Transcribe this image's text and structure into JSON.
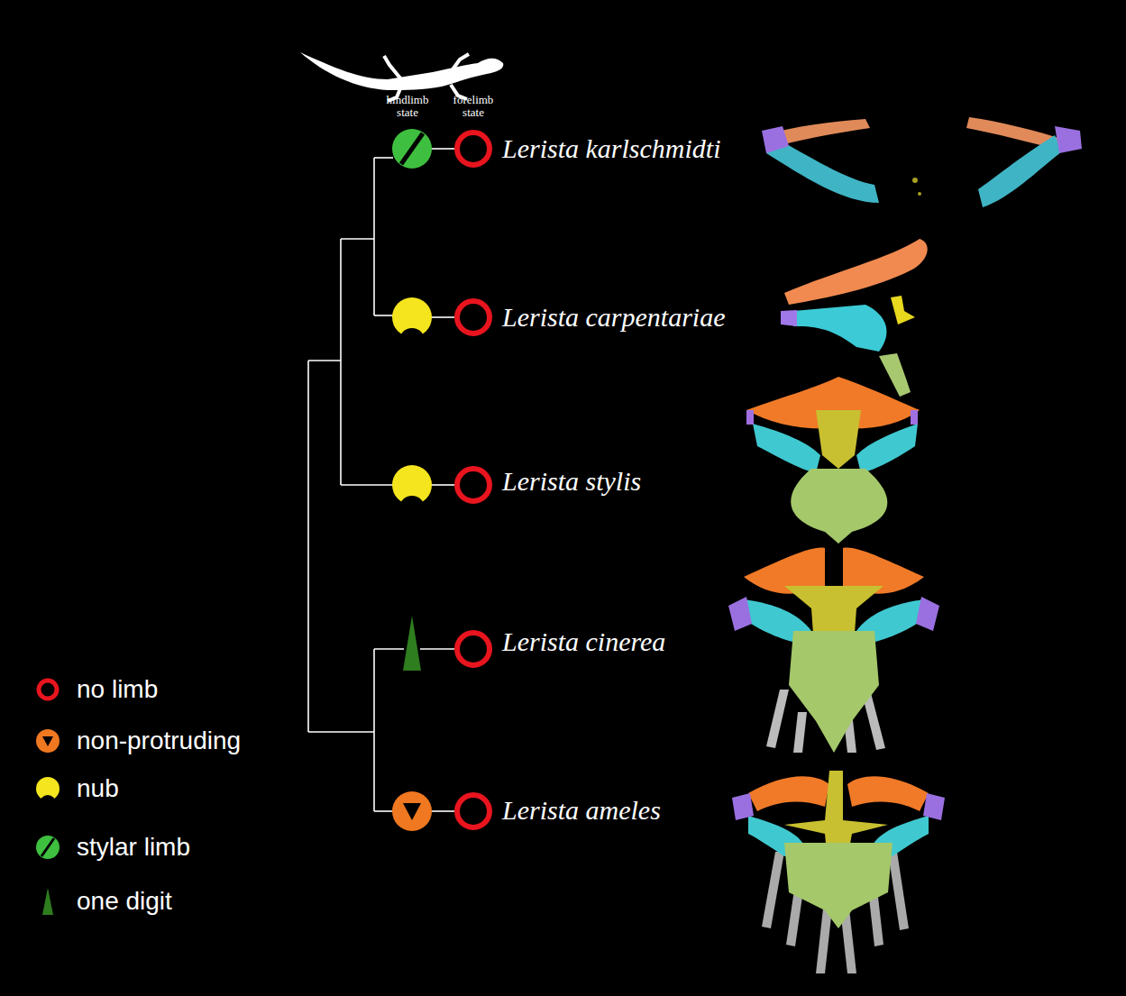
{
  "diagram": {
    "labels": [
      "hindlimb state",
      "forelimb state",
      "Lerista karlschmidti",
      "Lerista carpentariae",
      "Lerista stylis",
      "Lerista cinerea",
      "Lerista ameles"
    ],
    "legend": [
      {
        "text": "no limb"
      },
      {
        "text": "non-protruding"
      },
      {
        "text": "nub"
      },
      {
        "text": "stylar limb"
      },
      {
        "text": "one digit"
      }
    ]
  }
}
